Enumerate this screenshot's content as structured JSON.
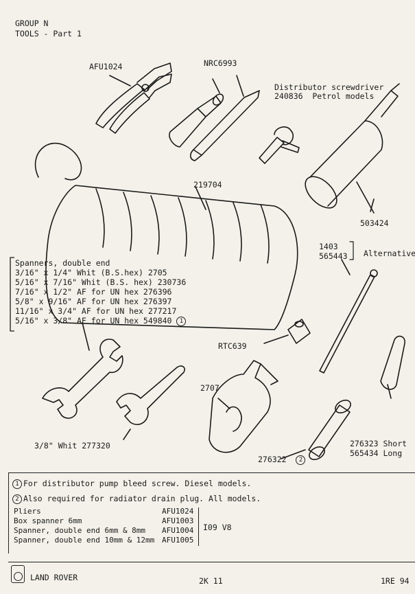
{
  "header": {
    "group": "GROUP N",
    "section": "TOOLS - Part 1"
  },
  "labels": {
    "pliers": "AFU1024",
    "screwdriver_set": "NRC6993",
    "dist_screwdriver_title": "Distributor screwdriver",
    "dist_screwdriver_part": "240836  Petrol models",
    "tool_roll": "219704",
    "screwdriver_large": "503424",
    "alt_1": "1403",
    "alt_2": "565443",
    "alternatives": "Alternatives",
    "box_spanner_small": "RTC639",
    "adjustable_spanner": "2707",
    "open_spanner": "3/8\" Whit 277320",
    "box_spanner": "276322",
    "box_spanner_note": "2",
    "tommy_bar_1": "276323 Short",
    "tommy_bar_2": "565434 Long"
  },
  "spanners": {
    "title": "Spanners, double end",
    "items": [
      "3/16\" x 1/4\" Whit (B.S.hex) 2705",
      "5/16\" x 7/16\" Whit (B.S. hex) 230736",
      "7/16\" x 1/2\" AF for UN hex 276396",
      "5/8\" x 9/16\" AF for UN hex 276397",
      "11/16\" x 3/4\" AF for UN hex 277217",
      "5/16\" x 3/8\" AF for UN hex 549840"
    ],
    "note_marker": "1"
  },
  "notes": {
    "note1_marker": "1",
    "note1": "For distributor pump bleed screw. Diesel models.",
    "note2_marker": "2",
    "note2": "Also required for radiator drain plug. All models.",
    "table": [
      {
        "desc": "Pliers",
        "part": "AFU1024"
      },
      {
        "desc": "Box spanner 6mm",
        "part": "AFU1003"
      },
      {
        "desc": "Spanner, double end 6mm & 8mm",
        "part": "AFU1004"
      },
      {
        "desc": "Spanner, double end 10mm & 12mm",
        "part": "AFU1005"
      }
    ],
    "model": "I09 V8"
  },
  "footer": {
    "brand": "LAND ROVER",
    "page": "2K 11",
    "ref": "1RE 94"
  }
}
